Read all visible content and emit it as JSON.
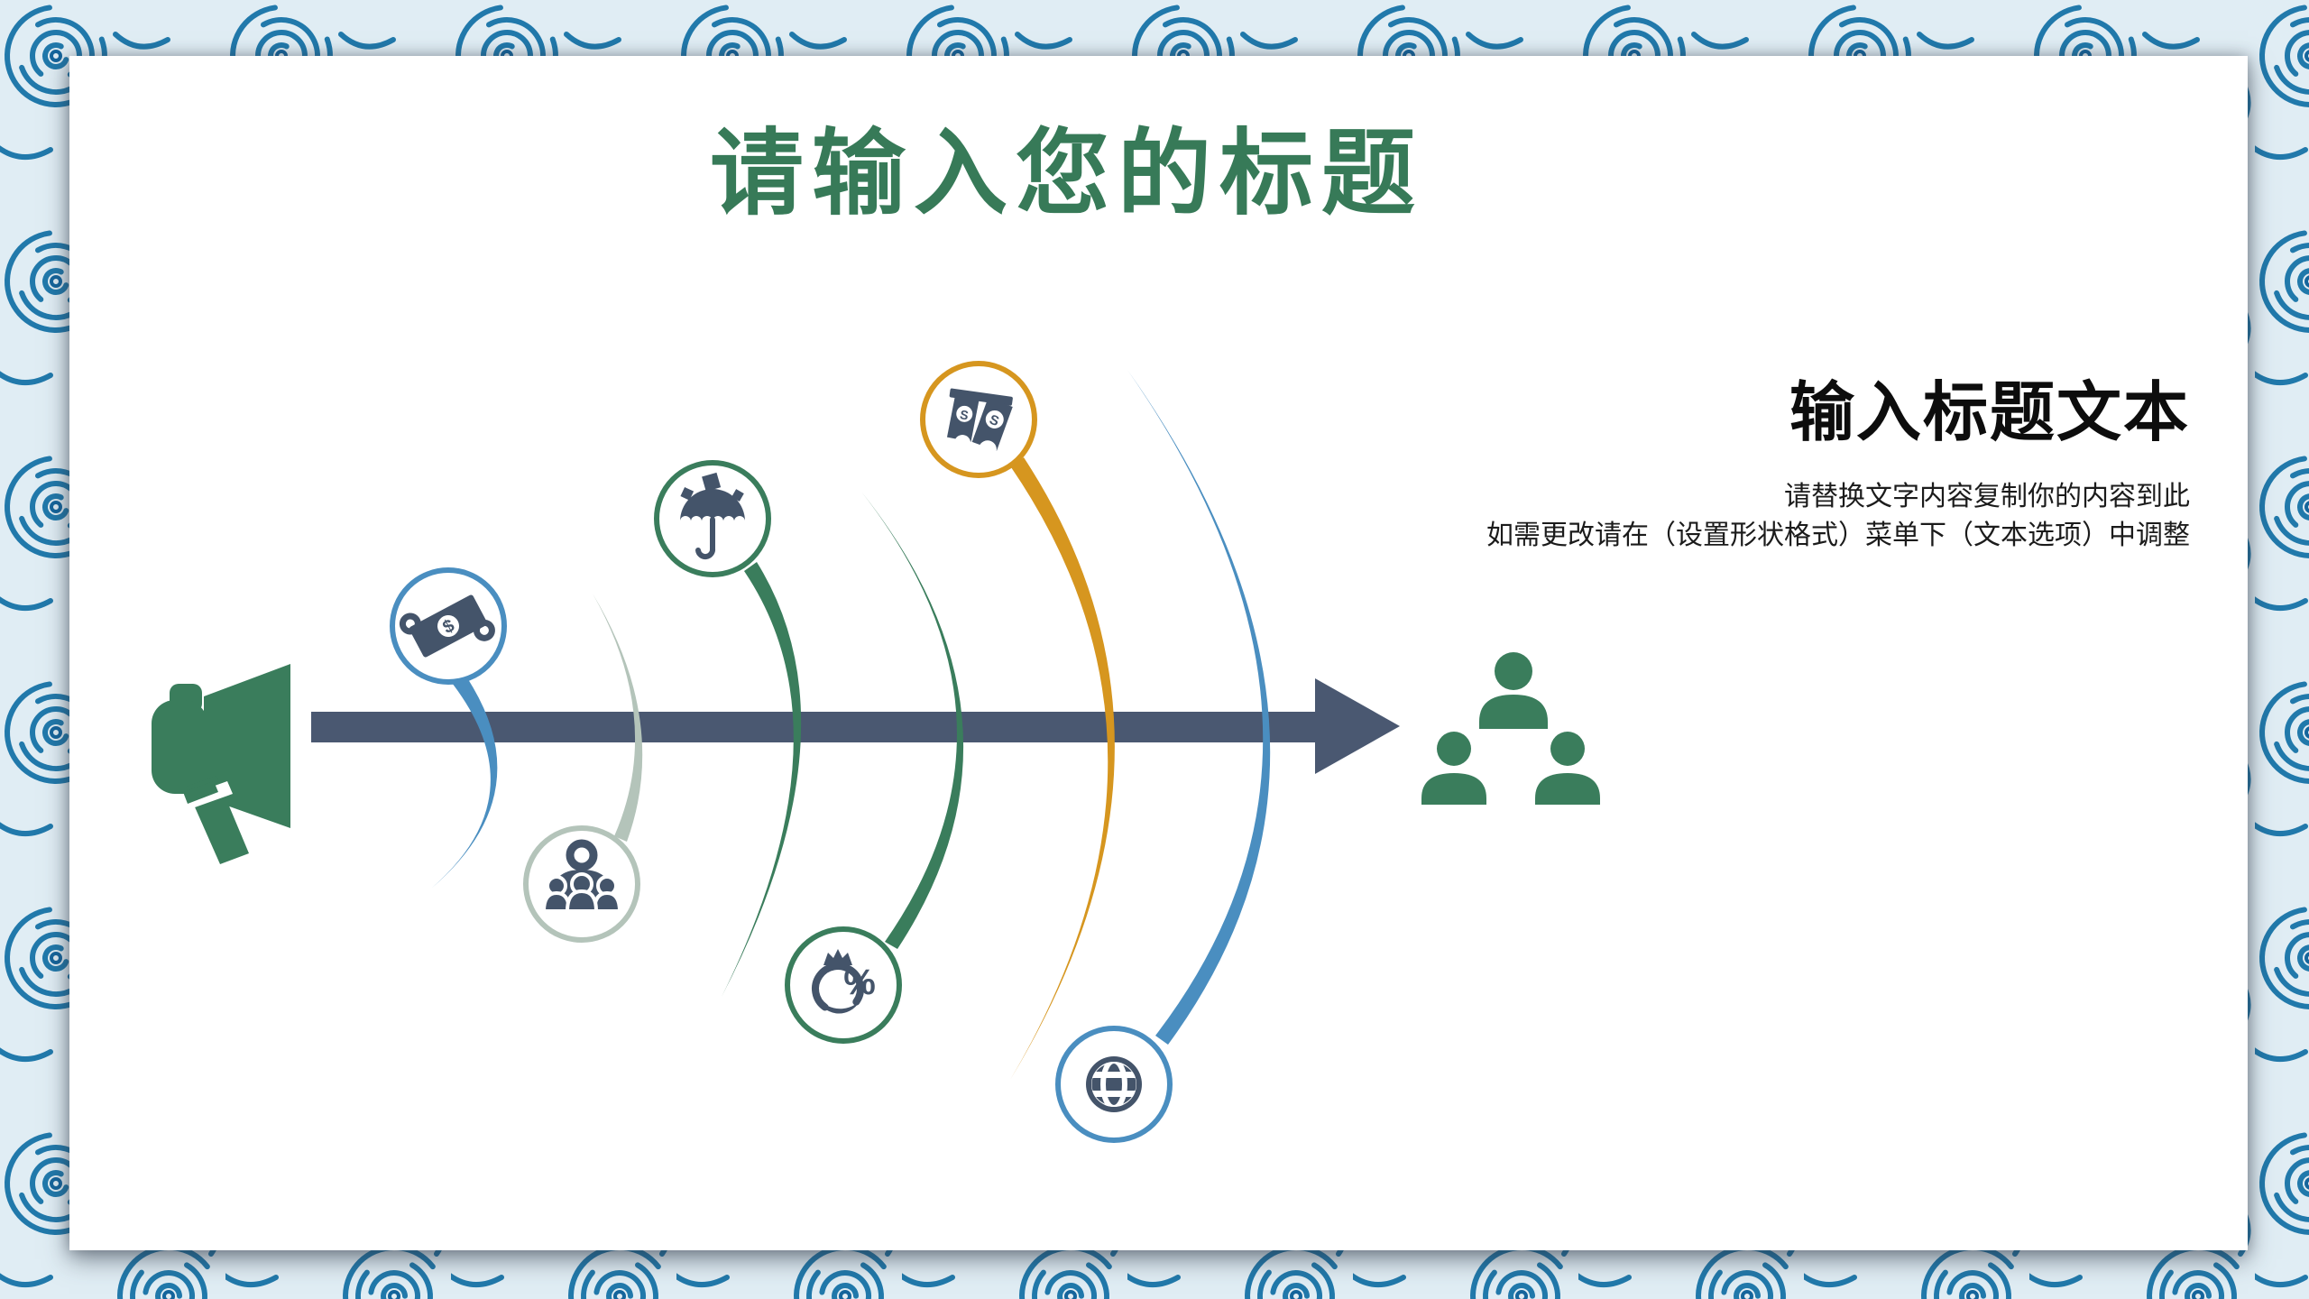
{
  "slide": {
    "title": "请输入您的标题",
    "right_block": {
      "heading": "输入标题文本",
      "body_line1": "请替换文字内容复制你的内容到此",
      "body_line2": "如需更改请在（设置形状格式）菜单下（文本选项）中调整"
    },
    "glyphs": {
      "dollar": "$",
      "s": "S",
      "percent": "%"
    },
    "colors": {
      "title_green": "#377a58",
      "shape_green": "#3a7d5c",
      "navy_icon": "#44546a",
      "arrow_slate": "#4a5871",
      "arc_blue": "#4a8ec0",
      "arc_sage": "#b4c4ba",
      "arc_orange": "#d6961f",
      "border_line_blue": "#2179ab",
      "border_bg_blue": "#e0edf4"
    },
    "diagram": {
      "source_icon": "megaphone-icon",
      "target_icon": "people-group-icon",
      "nodes": [
        {
          "icon": "dollar-bill-icon",
          "color": "#4a8ec0",
          "position": "top"
        },
        {
          "icon": "meeting-icon",
          "color": "#b4c4ba",
          "position": "bottom"
        },
        {
          "icon": "umbrella-icon",
          "color": "#3a7d5c",
          "position": "top"
        },
        {
          "icon": "discount-bag-icon",
          "color": "#3a7d5c",
          "position": "bottom"
        },
        {
          "icon": "banknotes-icon",
          "color": "#d6961f",
          "position": "top"
        },
        {
          "icon": "globe-icon",
          "color": "#4a8ec0",
          "position": "bottom"
        }
      ]
    }
  }
}
